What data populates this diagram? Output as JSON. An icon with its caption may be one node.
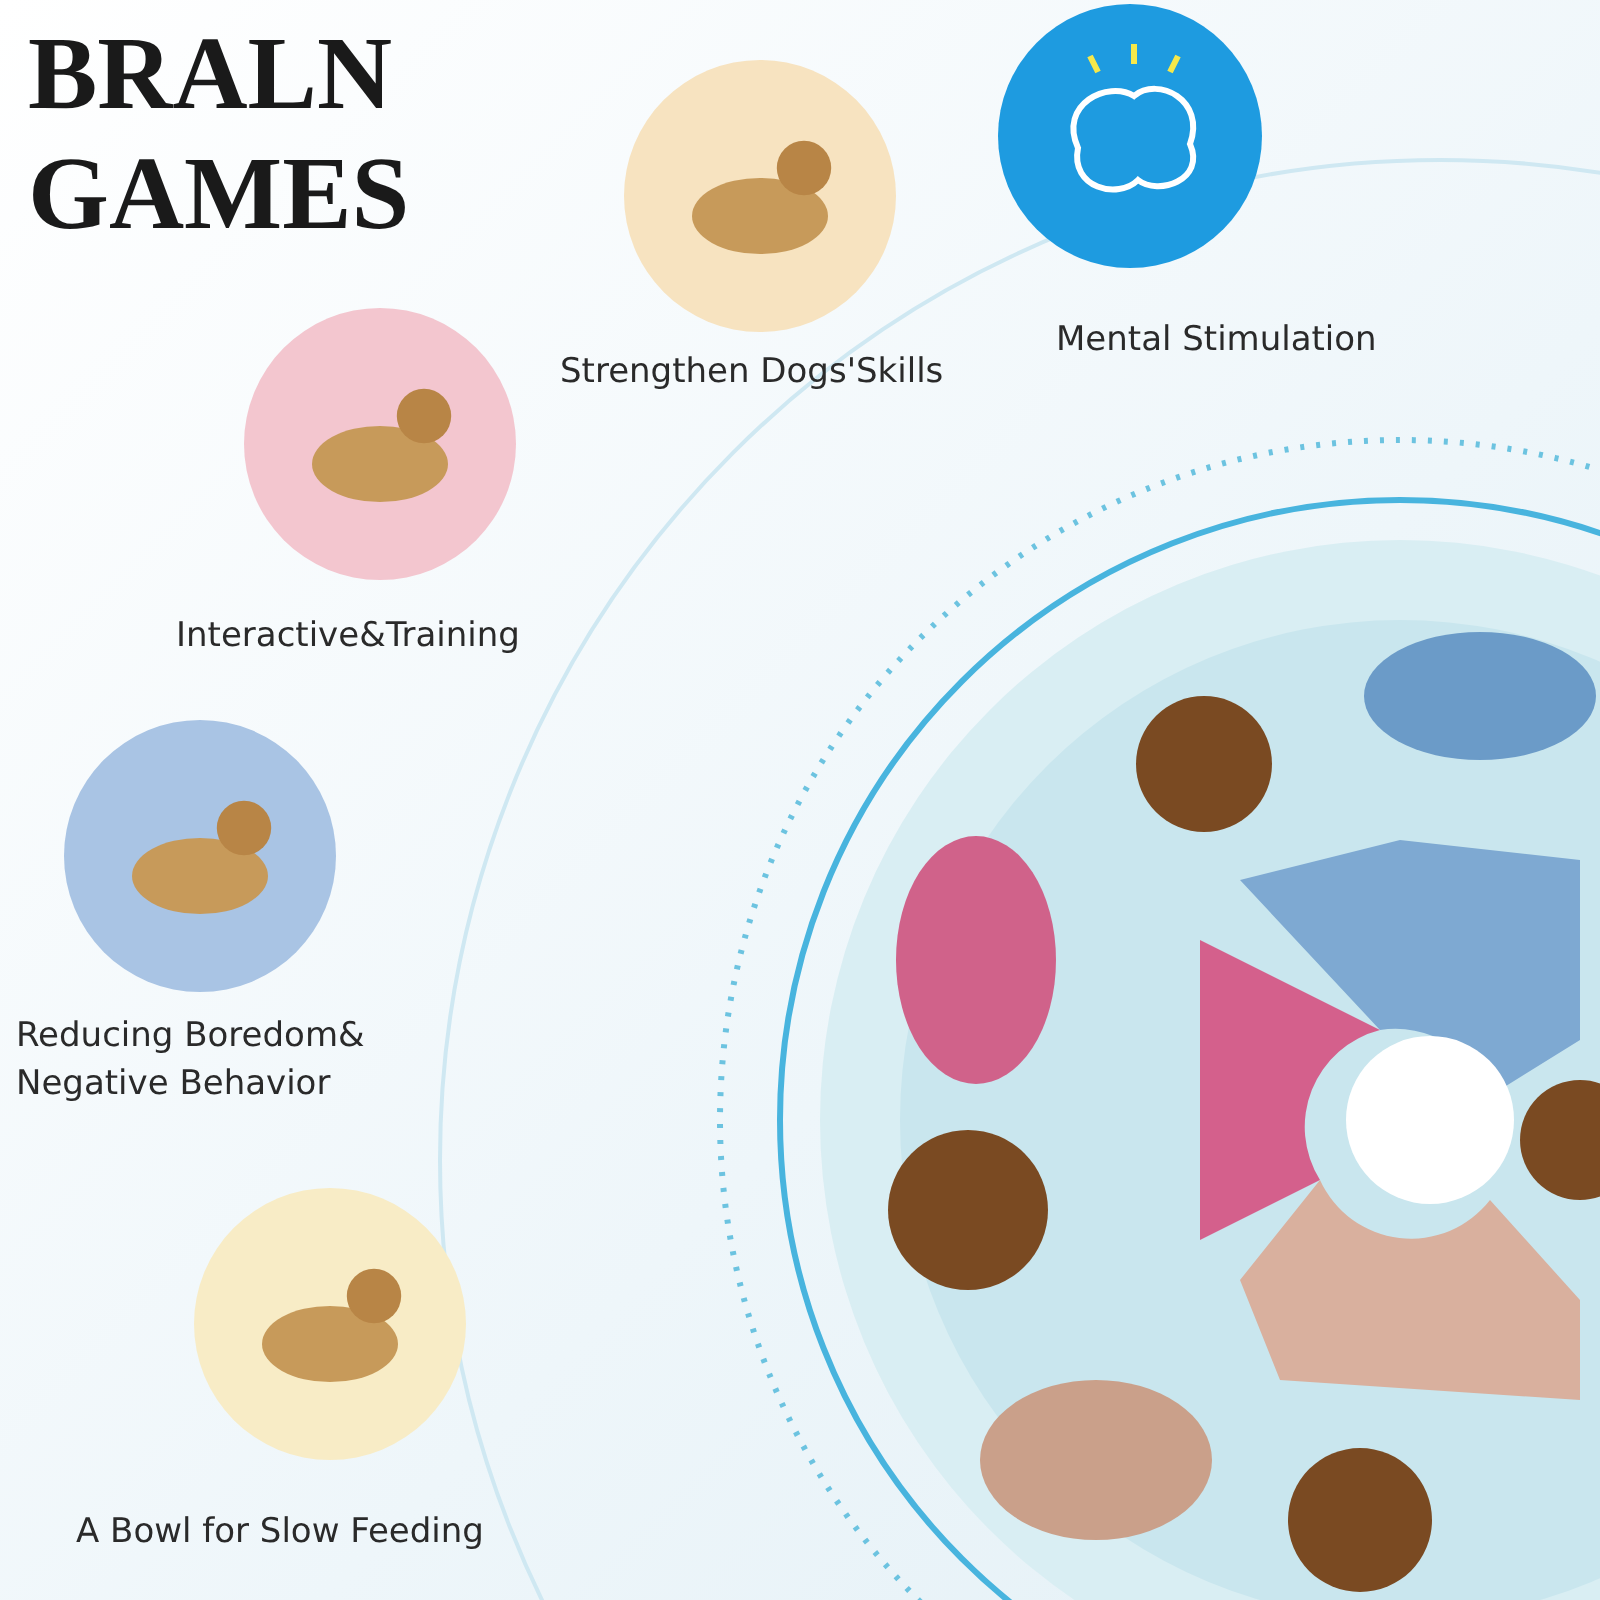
{
  "diagram": {
    "title": "BRALN GAMES",
    "nodes": [
      {
        "text": [
          "Strengthen Dogs'Skills"
        ]
      },
      {
        "text": [
          "Mental Stimulation"
        ]
      },
      {
        "text": [
          "Interactive&Training"
        ]
      },
      {
        "text": [
          "Reducing Boredom& Negative Behavior"
        ]
      },
      {
        "text": [
          "A Bowl for Slow Feeding"
        ]
      }
    ]
  }
}
